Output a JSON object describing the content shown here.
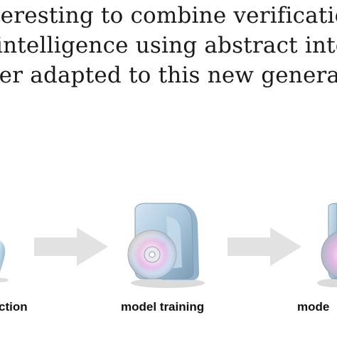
{
  "paragraph": {
    "lines": [
      "teresting to combine verification",
      "intelligence using abstract interp",
      "ter adapted to this new generatio"
    ]
  },
  "pipeline": {
    "stages": [
      {
        "label": "ction"
      },
      {
        "label": "model training"
      },
      {
        "label": "mode"
      }
    ]
  },
  "icons": {
    "stage_icon": "software-box-with-disc-icon",
    "arrow": "right-arrow-icon"
  },
  "colors": {
    "arrow": "#e2e2e2",
    "box_blue": "#a9c6dc",
    "text": "#1a1a1a"
  }
}
